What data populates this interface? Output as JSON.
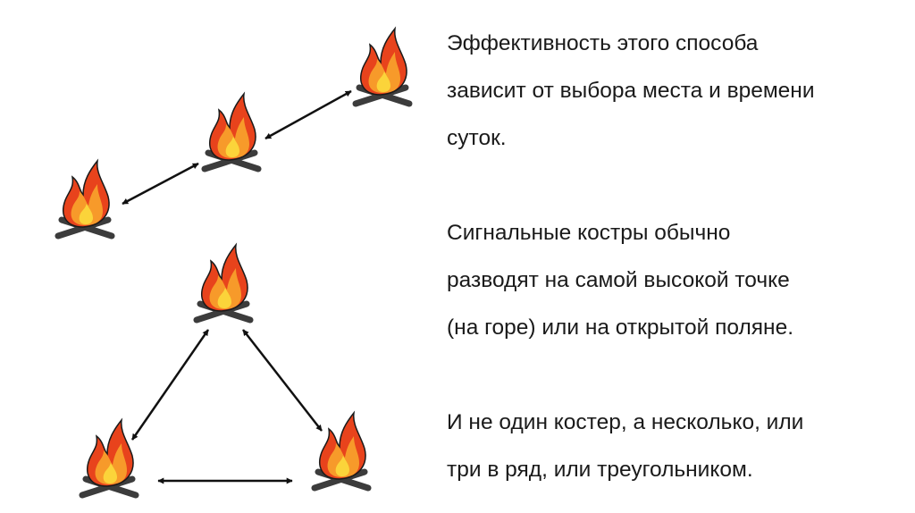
{
  "paragraph_1": {
    "line_1": "Эффективность этого способа",
    "line_2": "зависит от выбора места и времени",
    "line_3": "суток."
  },
  "paragraph_2": {
    "line_1": "Сигнальные костры обычно",
    "line_2": "разводят на самой высокой точке",
    "line_3": "(на горе) или на открытой поляне."
  },
  "paragraph_3": {
    "line_1": "И не один костер, а несколько, или",
    "line_2": "три в ряд, или треугольником."
  },
  "colors": {
    "flame_outer": "#e8431c",
    "flame_inner": "#f79a2a",
    "flame_core": "#fbd43a",
    "log": "#3c3c3c",
    "arrow": "#111111"
  },
  "icons": [
    "campfire-icon",
    "double-arrow-icon"
  ]
}
